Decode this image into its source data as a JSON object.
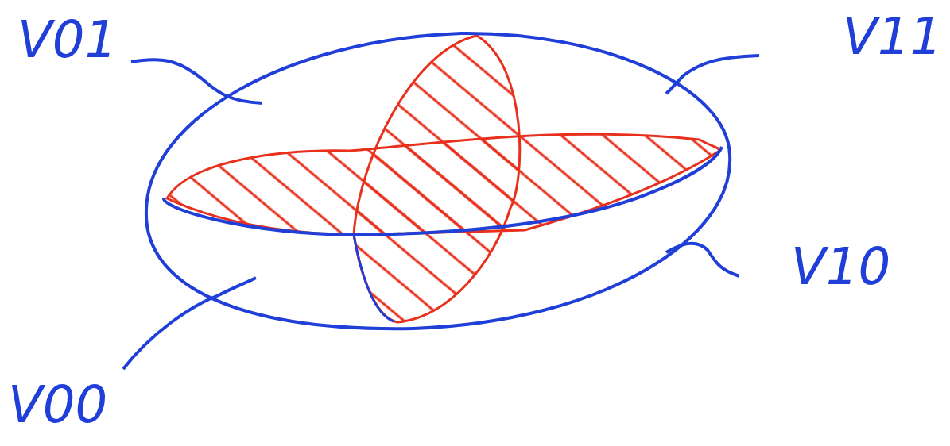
{
  "diagram": {
    "labels": [
      "V01",
      "V11",
      "V10",
      "V00"
    ]
  }
}
